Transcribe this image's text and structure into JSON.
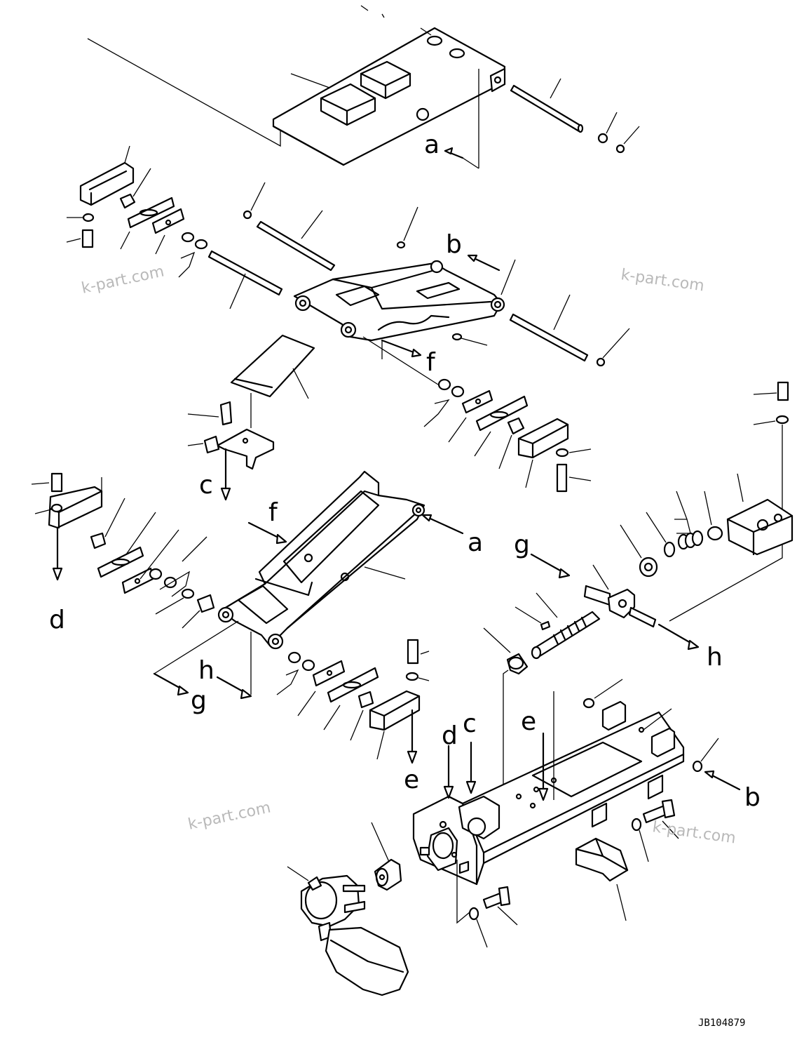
{
  "refs": {
    "a_top": "a",
    "b_top": "b",
    "f_mid": "f",
    "c_left": "c",
    "f_arm": "f",
    "a_arm": "a",
    "d_left": "d",
    "g_right": "g",
    "h_right": "h",
    "h_left": "h",
    "g_left": "g",
    "e_mid": "e",
    "d_base": "d",
    "c_base": "c",
    "e_base": "e",
    "b_base": "b"
  },
  "watermark": "k-part.com",
  "drawing_code": "JB104879"
}
